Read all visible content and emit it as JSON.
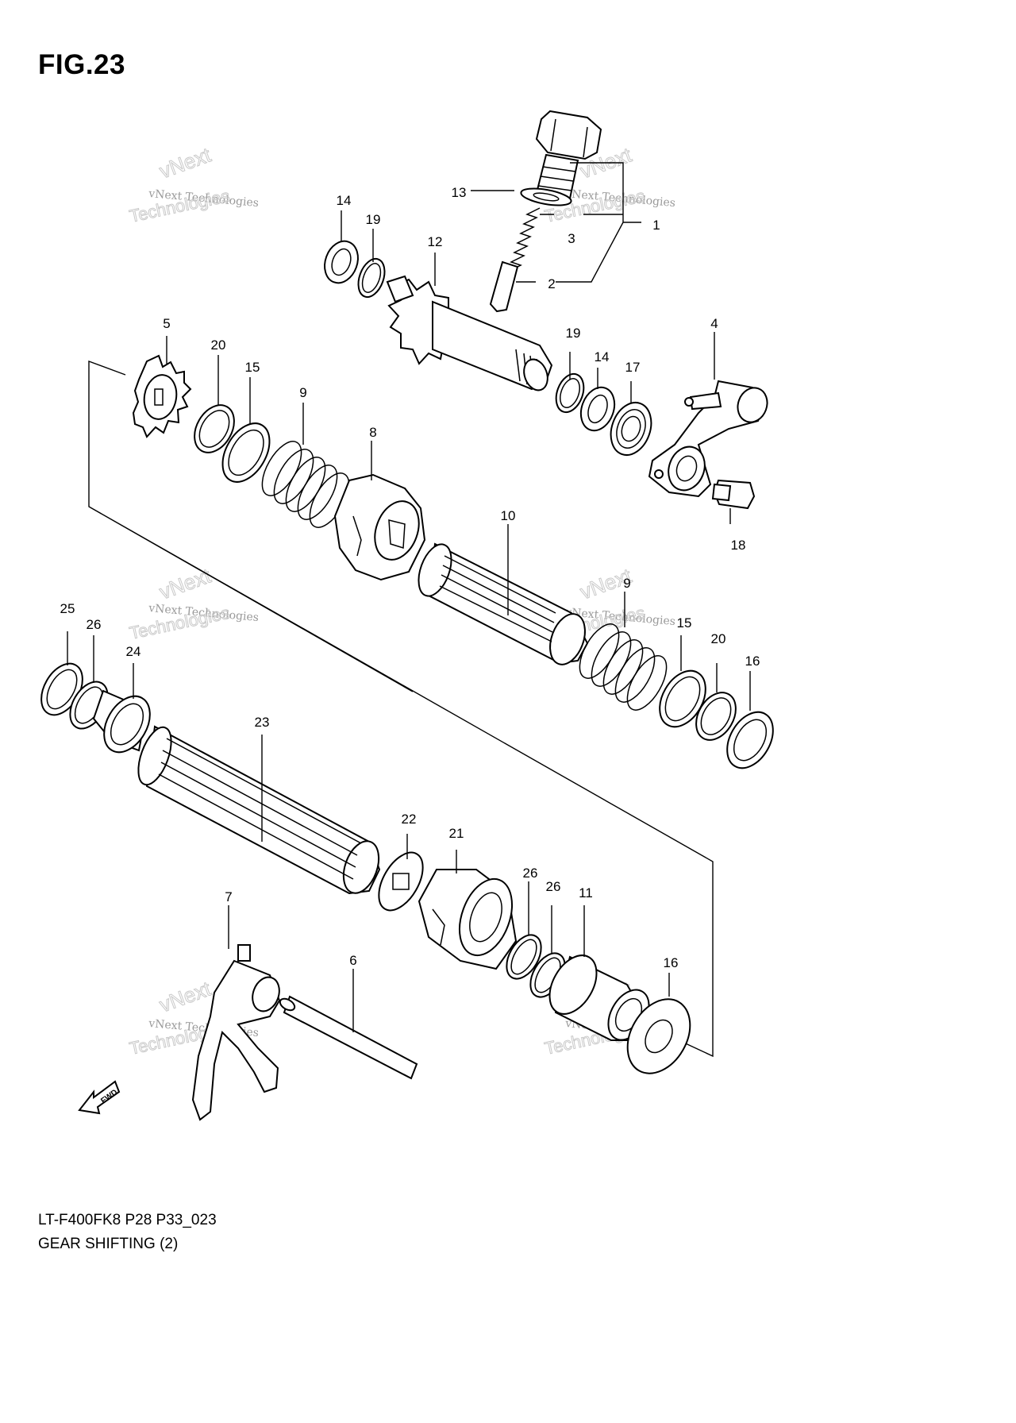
{
  "figure": {
    "title": "FIG.23",
    "model_code": "LT-F400FK8 P28 P33_023",
    "name": "GEAR SHIFTING (2)"
  },
  "watermark": {
    "line1": "vNext Technologies",
    "line2": "vNext",
    "line3": "Technologies"
  },
  "fwd_label": "FWD",
  "callouts": {
    "c1": "1",
    "c2": "2",
    "c3": "3",
    "c4": "4",
    "c5": "5",
    "c6": "6",
    "c7": "7",
    "c8": "8",
    "c9a": "9",
    "c9b": "9",
    "c10": "10",
    "c11": "11",
    "c12": "12",
    "c13": "13",
    "c14a": "14",
    "c14b": "14",
    "c15a": "15",
    "c15b": "15",
    "c16a": "16",
    "c16b": "16",
    "c17": "17",
    "c18": "18",
    "c19a": "19",
    "c19b": "19",
    "c20a": "20",
    "c20b": "20",
    "c21": "21",
    "c22": "22",
    "c23": "23",
    "c24": "24",
    "c25": "25",
    "c26a": "26",
    "c26b": "26",
    "c26c": "26"
  }
}
